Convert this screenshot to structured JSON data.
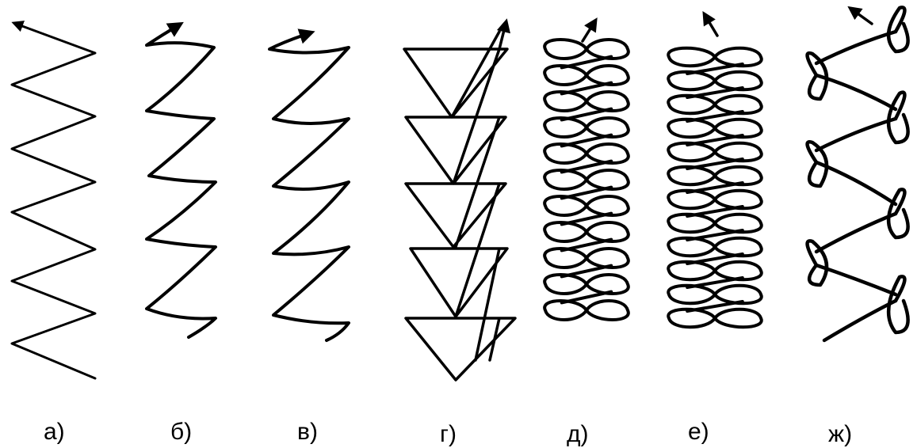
{
  "patterns": [
    {
      "id": "a",
      "label": "а)"
    },
    {
      "id": "b",
      "label": "б)"
    },
    {
      "id": "v",
      "label": "в)"
    },
    {
      "id": "g",
      "label": "г)"
    },
    {
      "id": "d",
      "label": "д)"
    },
    {
      "id": "e",
      "label": "е)"
    },
    {
      "id": "zh",
      "label": "ж)"
    }
  ],
  "colors": {
    "ink": "#000000",
    "background": "#ffffff"
  }
}
